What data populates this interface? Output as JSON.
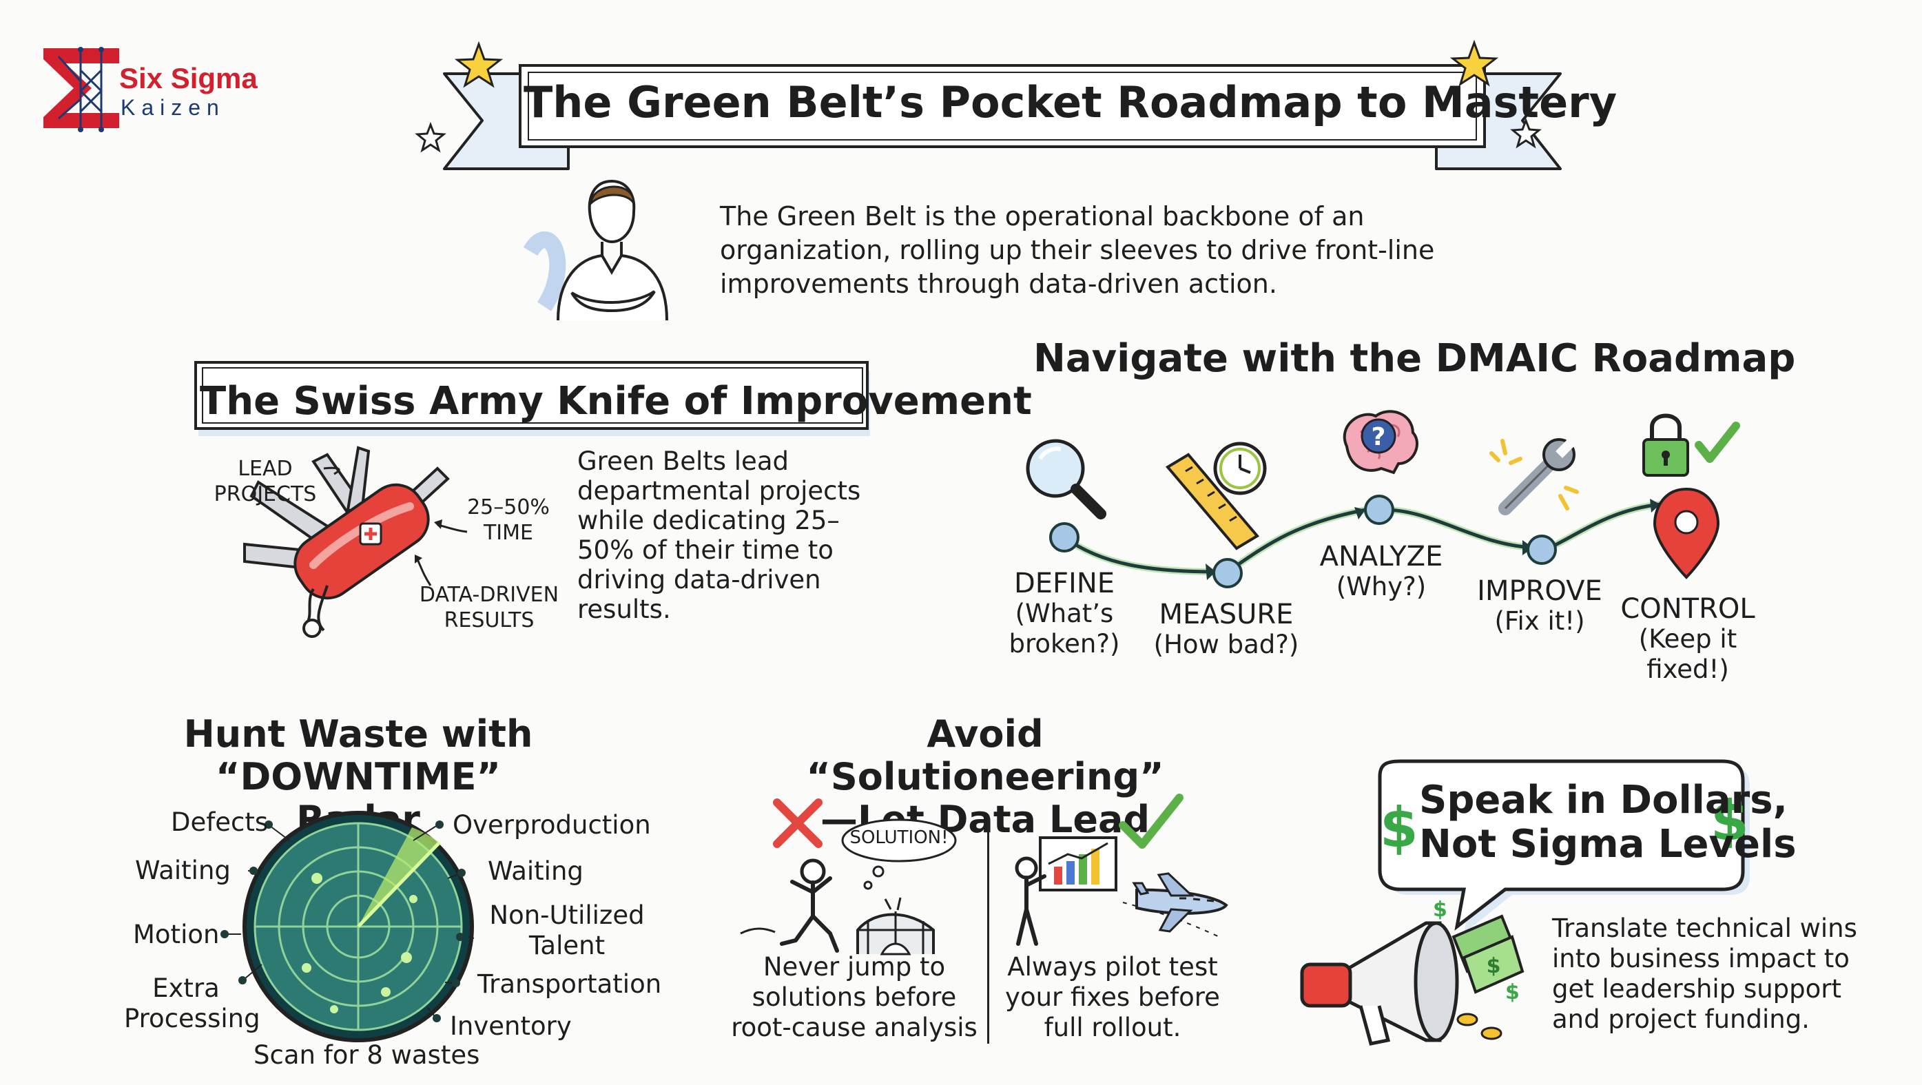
{
  "logo": {
    "line1": "Six Sigma",
    "line2": "Kaizen",
    "colors": {
      "red": "#d3202e",
      "navy": "#1d3a6e"
    }
  },
  "title": "The Green Belt’s Pocket Roadmap to Mastery",
  "intro": "The Green Belt is the operational backbone of an organization, rolling up their sleeves to drive front-line improvements through data-driven action.",
  "swiss": {
    "heading": "The Swiss Army Knife of Improvement",
    "callouts": {
      "lead": [
        "LEAD",
        "PROJECTS"
      ],
      "time": [
        "25–50%",
        "TIME"
      ],
      "data": [
        "DATA-DRIVEN",
        "RESULTS"
      ]
    },
    "description": "Green Belts lead departmental projects while dedicating 25–50% of their time to driving data-driven results."
  },
  "dmaic": {
    "heading": "Navigate with the DMAIC Roadmap",
    "steps": [
      {
        "name": "DEFINE",
        "desc": [
          "(What’s",
          "broken?)"
        ],
        "icon": "magnifier-icon"
      },
      {
        "name": "MEASURE",
        "desc": [
          "(How bad?)"
        ],
        "icon": "ruler-clock-icon"
      },
      {
        "name": "ANALYZE",
        "desc": [
          "(Why?)"
        ],
        "icon": "brain-question-icon"
      },
      {
        "name": "IMPROVE",
        "desc": [
          "(Fix it!)"
        ],
        "icon": "wrench-icon"
      },
      {
        "name": "CONTROL",
        "desc": [
          "(Keep it",
          "fixed!)"
        ],
        "icon": "lock-check-pin-icon"
      }
    ]
  },
  "radar": {
    "heading": [
      "Hunt Waste with",
      "“DOWNTIME” Radar"
    ],
    "labels": {
      "defects": "Defects",
      "waiting_left": "Waiting",
      "motion": "Motion",
      "extra": [
        "Extra",
        "Processing"
      ],
      "overproduction": "Overproduction",
      "waiting_right": "Waiting",
      "talent": [
        "Non-Utilized",
        "Talent"
      ],
      "transportation": "Transportation",
      "inventory": "Inventory"
    },
    "caption": "Scan for 8 wastes"
  },
  "solution": {
    "heading": [
      "Avoid “Solutioneering”",
      "—Let Data Lead"
    ],
    "bubble": "SOLUTION!",
    "left_caption": [
      "Never jump to",
      "solutions before",
      "root-cause analysis"
    ],
    "right_caption": [
      "Always pilot test",
      "your fixes before",
      "full rollout."
    ]
  },
  "dollars": {
    "heading": [
      "Speak in Dollars,",
      "Not Sigma Levels"
    ],
    "symbol": "$",
    "description": [
      "Translate technical wins",
      "into business impact to",
      "get leadership support",
      "and project funding."
    ]
  },
  "colors": {
    "green": "#4caf50",
    "teal": "#2f6f78",
    "red": "#e2483f",
    "blue_shade": "#c9daf0"
  }
}
